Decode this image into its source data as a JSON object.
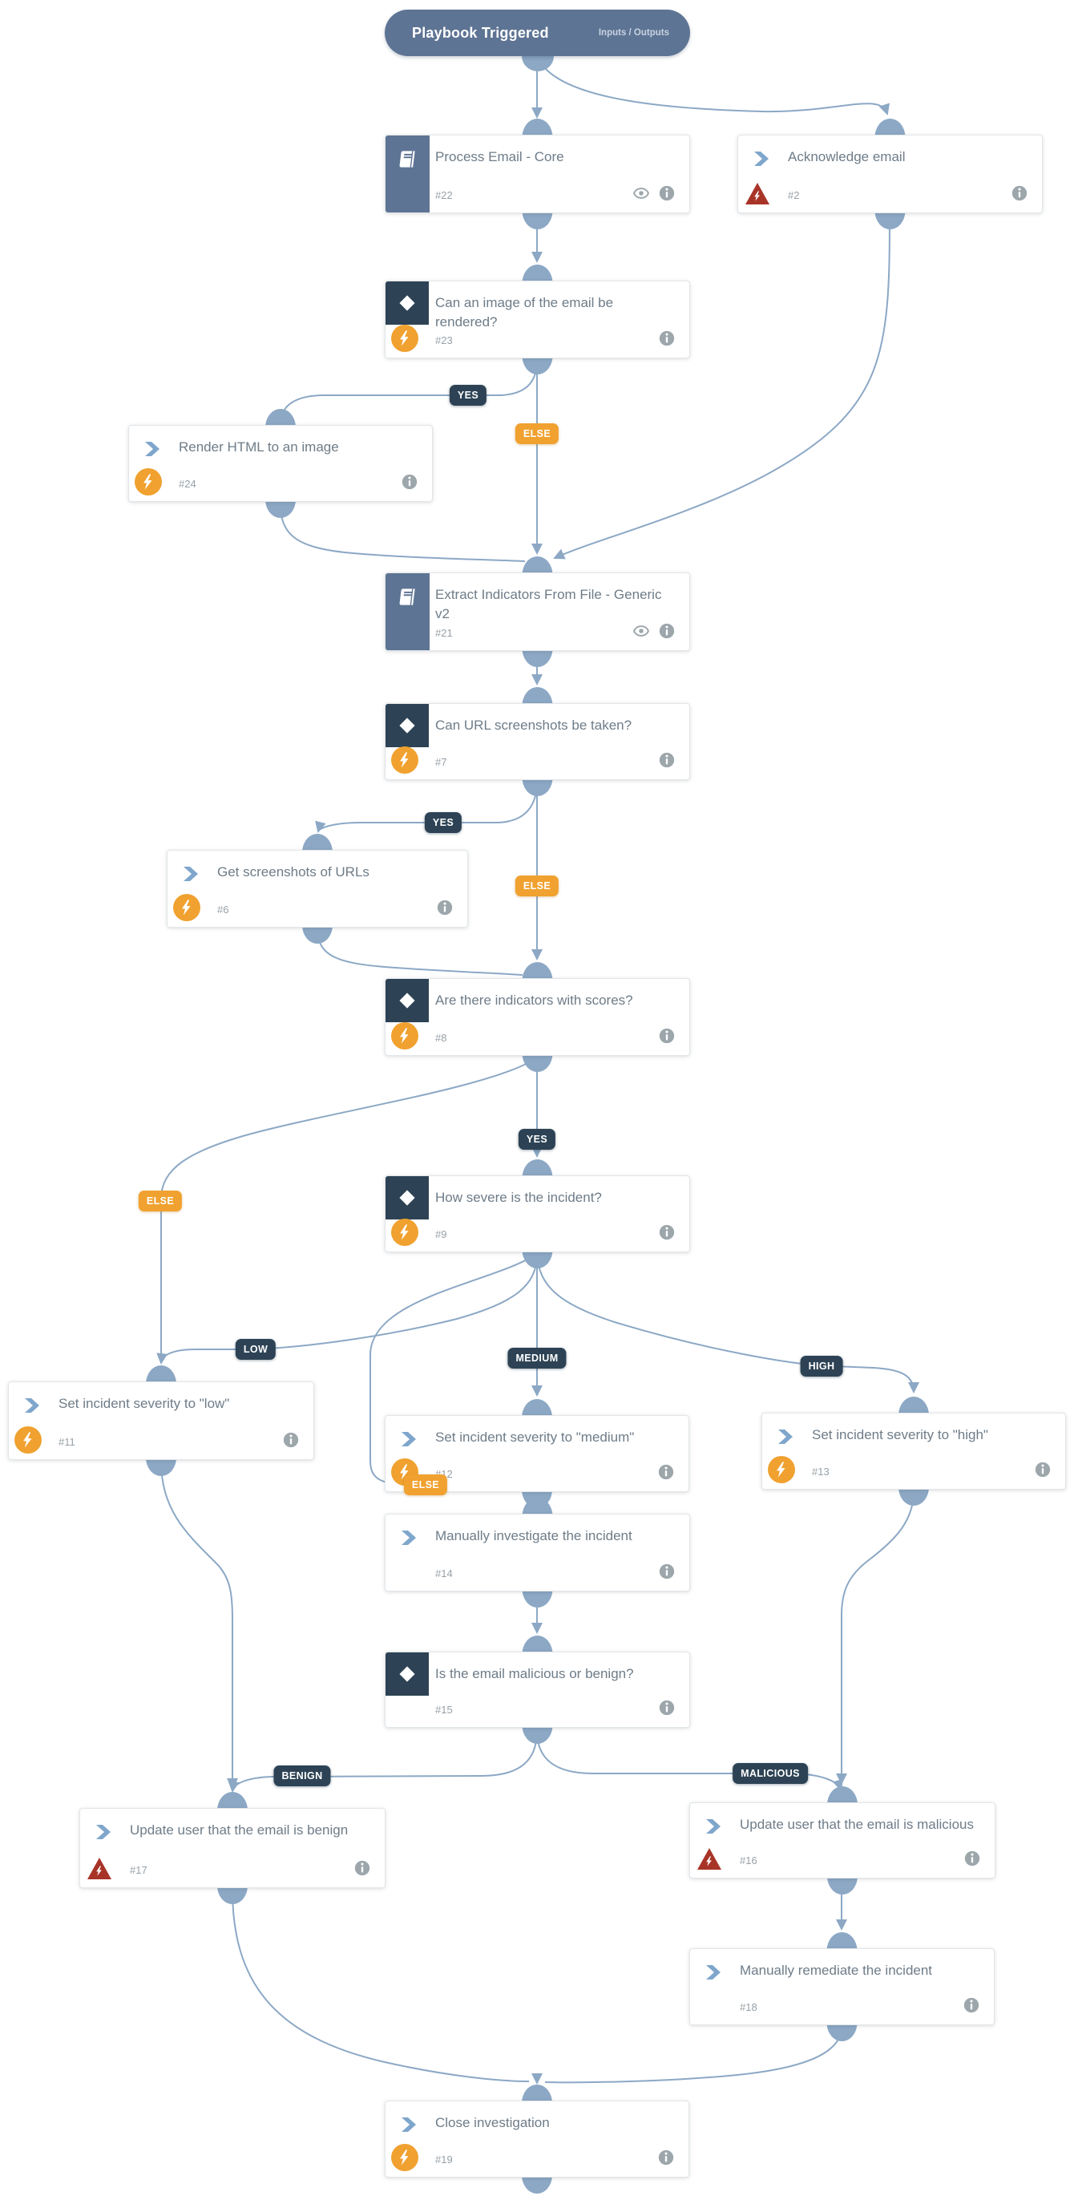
{
  "header": {
    "title": "Playbook Triggered",
    "right_label": "Inputs / Outputs"
  },
  "colors": {
    "line_blue": "#8CA8C5",
    "playbook_bar": "#5E7494",
    "dark_navy": "#2D4355",
    "accent_orange": "#F0A12F",
    "error_red": "#A83428",
    "chevron_blue": "#7FA6CC"
  },
  "nodes": [
    {
      "id": "22",
      "type": "playbook",
      "title": "Process Email - Core",
      "number": "#22",
      "icons": [
        "book-icon",
        "eye-icon",
        "info-icon"
      ]
    },
    {
      "id": "2",
      "type": "automation",
      "title": "Acknowledge email",
      "number": "#2",
      "error": true,
      "icons": [
        "chevron-icon",
        "error-triangle-icon",
        "info-icon"
      ]
    },
    {
      "id": "23",
      "type": "condition",
      "title": "Can an image of the email be rendered?",
      "number": "#23",
      "auto": true,
      "icons": [
        "diamond-icon",
        "automation-bolt-icon",
        "info-icon"
      ]
    },
    {
      "id": "24",
      "type": "automation",
      "title": "Render HTML to an image",
      "number": "#24",
      "auto": true,
      "icons": [
        "chevron-icon",
        "automation-bolt-icon",
        "info-icon"
      ]
    },
    {
      "id": "21",
      "type": "playbook",
      "title": "Extract Indicators From File - Generic v2",
      "number": "#21",
      "icons": [
        "book-icon",
        "eye-icon",
        "info-icon"
      ]
    },
    {
      "id": "7",
      "type": "condition",
      "title": "Can URL screenshots be taken?",
      "number": "#7",
      "auto": true,
      "icons": [
        "diamond-icon",
        "automation-bolt-icon",
        "info-icon"
      ]
    },
    {
      "id": "6",
      "type": "automation",
      "title": "Get screenshots of URLs",
      "number": "#6",
      "auto": true,
      "icons": [
        "chevron-icon",
        "automation-bolt-icon",
        "info-icon"
      ]
    },
    {
      "id": "8",
      "type": "condition",
      "title": "Are there indicators with scores?",
      "number": "#8",
      "auto": true,
      "icons": [
        "diamond-icon",
        "automation-bolt-icon",
        "info-icon"
      ]
    },
    {
      "id": "9",
      "type": "condition",
      "title": "How severe is the incident?",
      "number": "#9",
      "auto": true,
      "icons": [
        "diamond-icon",
        "automation-bolt-icon",
        "info-icon"
      ]
    },
    {
      "id": "11",
      "type": "automation",
      "title": "Set incident severity to \"low\"",
      "number": "#11",
      "auto": true,
      "icons": [
        "chevron-icon",
        "automation-bolt-icon",
        "info-icon"
      ]
    },
    {
      "id": "12",
      "type": "automation",
      "title": "Set incident severity to \"medium\"",
      "number": "#12",
      "auto": true,
      "icons": [
        "chevron-icon",
        "automation-bolt-icon",
        "info-icon"
      ]
    },
    {
      "id": "13",
      "type": "automation",
      "title": "Set incident severity to \"high\"",
      "number": "#13",
      "auto": true,
      "icons": [
        "chevron-icon",
        "automation-bolt-icon",
        "info-icon"
      ]
    },
    {
      "id": "14",
      "type": "manual",
      "title": "Manually investigate the incident",
      "number": "#14",
      "icons": [
        "chevron-icon",
        "info-icon"
      ]
    },
    {
      "id": "15",
      "type": "condition",
      "title": "Is the email malicious or benign?",
      "number": "#15",
      "icons": [
        "diamond-icon",
        "info-icon"
      ]
    },
    {
      "id": "17",
      "type": "automation",
      "title": "Update user that the email is benign",
      "number": "#17",
      "error": true,
      "icons": [
        "chevron-icon",
        "error-triangle-icon",
        "info-icon"
      ]
    },
    {
      "id": "16",
      "type": "automation",
      "title": "Update user that the email is malicious",
      "number": "#16",
      "error": true,
      "icons": [
        "chevron-icon",
        "error-triangle-icon",
        "info-icon"
      ]
    },
    {
      "id": "18",
      "type": "manual",
      "title": "Manually remediate the incident",
      "number": "#18",
      "icons": [
        "chevron-icon",
        "info-icon"
      ]
    },
    {
      "id": "19",
      "type": "automation",
      "title": "Close investigation",
      "number": "#19",
      "auto": true,
      "icons": [
        "chevron-icon",
        "automation-bolt-icon",
        "info-icon"
      ]
    }
  ],
  "badges": [
    {
      "label": "YES",
      "style": "dark"
    },
    {
      "label": "ELSE",
      "style": "orange"
    },
    {
      "label": "YES",
      "style": "dark"
    },
    {
      "label": "ELSE",
      "style": "orange"
    },
    {
      "label": "YES",
      "style": "dark"
    },
    {
      "label": "ELSE",
      "style": "orange"
    },
    {
      "label": "LOW",
      "style": "dark"
    },
    {
      "label": "MEDIUM",
      "style": "dark"
    },
    {
      "label": "HIGH",
      "style": "dark"
    },
    {
      "label": "ELSE",
      "style": "orange"
    },
    {
      "label": "BENIGN",
      "style": "dark"
    },
    {
      "label": "MALICIOUS",
      "style": "dark"
    }
  ]
}
